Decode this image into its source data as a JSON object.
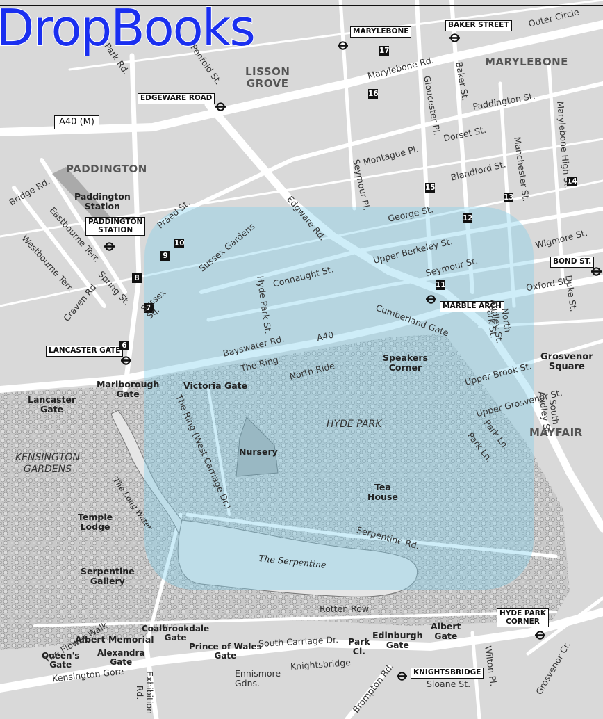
{
  "brand": "DropBooks",
  "colors": {
    "road": "#ffffff",
    "block": "#d9d9d9",
    "park": "#c9c9c9",
    "highlight": "#7fd0ec",
    "water": "#c7dde6",
    "brand": "#1a2ff0"
  },
  "areas": [
    {
      "id": "paddington",
      "text": "PADDINGTON"
    },
    {
      "id": "marylebone",
      "text": "MARYLEBONE"
    },
    {
      "id": "mayfair",
      "text": "MAYFAIR"
    }
  ],
  "lisson_grove": [
    "LISSON",
    "GROVE"
  ],
  "parks": {
    "kensington": [
      "KENSINGTON",
      "GARDENS"
    ],
    "hyde": "HYDE PARK"
  },
  "water": {
    "serpentine": "The Serpentine",
    "long_water": "The Long Water"
  },
  "stations": [
    {
      "id": "marylebone",
      "text": "MARYLEBONE"
    },
    {
      "id": "baker-street",
      "text": "BAKER STREET"
    },
    {
      "id": "edgeware-road",
      "text": "EDGEWARE ROAD"
    },
    {
      "id": "bond-street",
      "text": "BOND ST."
    },
    {
      "id": "marble-arch",
      "text": "MARBLE ARCH"
    },
    {
      "id": "lancaster-gate",
      "text": "LANCASTER GATE"
    },
    {
      "id": "knightsbridge",
      "text": "KNIGHTSBRIDGE"
    }
  ],
  "paddington_station": [
    "PADDINGTON",
    "STATION"
  ],
  "hyde_park_corner": [
    "HYDE PARK",
    "CORNER"
  ],
  "numbers": [
    "17",
    "16",
    "15",
    "14",
    "13",
    "12",
    "11",
    "10",
    "9",
    "8",
    "7",
    "6"
  ],
  "road_badge": "A40 (M)",
  "streets": {
    "outer_circle": "Outer Circle",
    "marylebone_rd": "Marylebone Rd.",
    "gloucester_pl": "Gloucester Pl.",
    "baker_st": "Baker St.",
    "paddington_st": "Paddington St.",
    "marylebone_high_st": "Marylebone High St.",
    "dorset_st": "Dorset St.",
    "manchester_st": "Manchester St.",
    "montague_pl": "Montague Pl.",
    "seymour_pl": "Seymour Pl.",
    "blandford_st": "Blandford St.",
    "george_st": "George St.",
    "wigmore_st": "Wigmore St.",
    "upper_berkeley_st": "Upper Berkeley St.",
    "seymour_st": "Seymour St.",
    "oxford_st": "Oxford St.",
    "connaught_st": "Connaught St.",
    "edgware_rd": "Edgware Rd.",
    "sussex_gardens": "Sussex Gardens",
    "praed_st": "Praed St.",
    "bridge_rd": "Bridge Rd.",
    "eastbourne_terr": "Eastbourne Terr.",
    "westbourne_terr": "Westbourne Terr.",
    "craven_rd": "Craven Rd.",
    "spring_st": "Spring St.",
    "sussex_sq": [
      "Sussex",
      "Sq."
    ],
    "hyde_park_st": "Hyde Park St.",
    "bayswater_rd": "Bayswater Rd.",
    "a40": "A40",
    "cumberland_gate": "Cumberland Gate",
    "north_audley_st": [
      "North",
      "Audley St."
    ],
    "park_st": "Park St.",
    "duke_st": "Duke St.",
    "the_ring": "The Ring",
    "north_ride": "North Ride",
    "upper_brook_st": "Upper Brook St.",
    "upper_grosvenor_st": "Upper Grosvenor St.",
    "south_audley_st": [
      "South",
      "Audley St."
    ],
    "park_ln": "Park Ln.",
    "park_ln2": "Park Ln.",
    "the_ring_west": "The Ring (West Carriage Dr.)",
    "serpentine_rd": "Serpentine Rd.",
    "rotten_row": "Rotten Row",
    "the_flower_walk": "The Flower Walk",
    "south_carriage_dr": "South Carriage Dr.",
    "kensington_gore": "Kensington Gore",
    "knightsbridge": "Knightsbridge",
    "exhibition_rd": [
      "Exhibition",
      "Rd."
    ],
    "brompton_rd": "Brompton Rd.",
    "wilton_pl": "Wilton Pl.",
    "grosvenor_cr": "Grosvenor Cr.",
    "sloane_st": "Sloane St.",
    "ennismore_gdns": [
      "Ennismore",
      "Gdns."
    ],
    "penfold_st": "Penfold St.",
    "park_rd": "Park Rd."
  },
  "places": {
    "paddington_station_place": [
      "Paddington",
      "Station"
    ],
    "marlborough_gate": [
      "Marlborough",
      "Gate"
    ],
    "lancaster_gate_place": [
      "Lancaster",
      "Gate"
    ],
    "victoria_gate": "Victoria Gate",
    "speakers_corner": [
      "Speakers",
      "Corner"
    ],
    "grosvenor_square": [
      "Grosvenor",
      "Square"
    ],
    "nursery": "Nursery",
    "tea_house": [
      "Tea",
      "House"
    ],
    "temple_lodge": [
      "Temple",
      "Lodge"
    ],
    "serpentine_gallery": [
      "Serpentine",
      "Gallery"
    ],
    "albert_memorial": "Albert Memorial",
    "coalbrookdale_gate": [
      "Coalbrookdale",
      "Gate"
    ],
    "queens_gate": [
      "Queen's",
      "Gate"
    ],
    "alexandra_gate": [
      "Alexandra",
      "Gate"
    ],
    "prince_of_wales_gate": [
      "Prince of Wales",
      "Gate"
    ],
    "park_cl": [
      "Park",
      "Cl."
    ],
    "edinburgh_gate": [
      "Edinburgh",
      "Gate"
    ],
    "albert_gate": [
      "Albert",
      "Gate"
    ]
  }
}
